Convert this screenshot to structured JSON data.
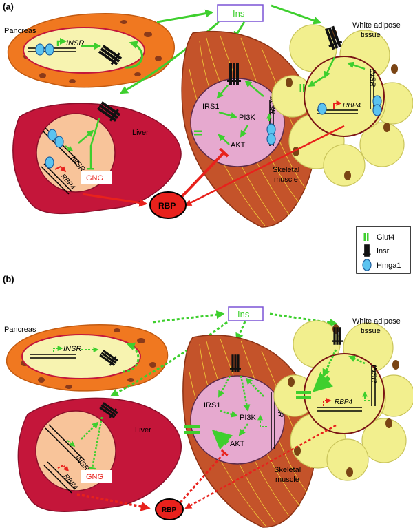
{
  "panels": {
    "a": {
      "label": "(a)",
      "ins": "Ins",
      "pancreas": "Pancreas",
      "insr_pancreas": "INSR",
      "liver": "Liver",
      "insr_liver": "INSR",
      "rbp4_liver": "RBP4",
      "gng": "GNG",
      "irs1": "IRS1",
      "pi3k": "PI3K",
      "akt": "AKT",
      "insr_muscle": "INSR",
      "skeletal_line1": "Skeletal",
      "skeletal_line2": "muscle",
      "wat_line1": "White adipose",
      "wat_line2": "tissue",
      "insr_wat": "INSR",
      "rbp4_wat": "RBP4",
      "rbp": "RBP"
    },
    "b": {
      "label": "(b)",
      "ins": "Ins",
      "pancreas": "Pancreas",
      "insr_pancreas": "INSR",
      "liver": "Liver",
      "insr_liver": "INSR",
      "rbp4_liver": "RBP4",
      "gng": "GNG",
      "irs1": "IRS1",
      "pi3k": "PI3K",
      "akt": "AKT",
      "insr_muscle": "INSR",
      "skeletal_line1": "Skeletal",
      "skeletal_line2": "muscle",
      "wat_line1": "White adipose",
      "wat_line2": "tissue",
      "insr_wat": "INSR",
      "rbp4_wat": "RBP4",
      "rbp": "RBP"
    }
  },
  "legend": {
    "glut4": "Glut4",
    "insr": "Insr",
    "hmga1": "Hmga1"
  },
  "colors": {
    "green": "#3ecf2e",
    "red": "#e8211c",
    "pancreas": "#f07820",
    "liver": "#c4163a",
    "muscle": "#c4532a",
    "adipose": "#f2ef8e",
    "nucleus_pink": "#e6a9cf",
    "hmga1": "#5bc3f0"
  }
}
